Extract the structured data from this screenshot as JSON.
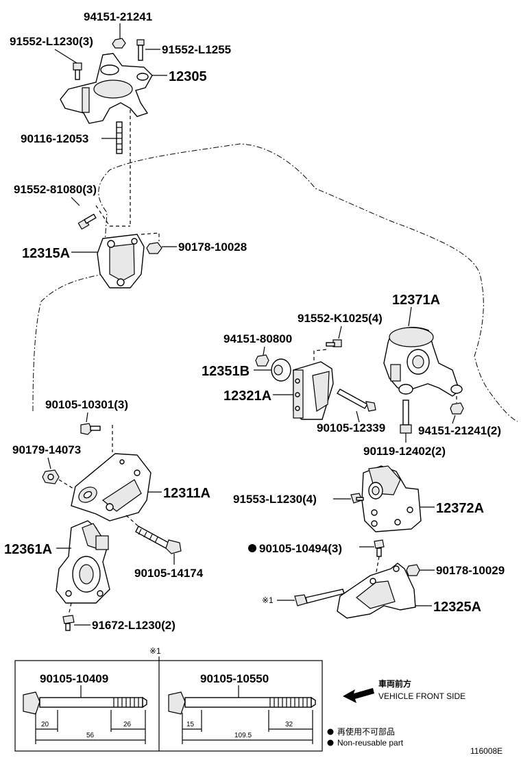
{
  "callouts": {
    "p94151_21241": "94151-21241",
    "p91552_L1230_3": "91552-L1230(3)",
    "p91552_L1255": "91552-L1255",
    "p12305": "12305",
    "p90116_12053": "90116-12053",
    "p91552_81080_3": "91552-81080(3)",
    "p12315A": "12315A",
    "p90178_10028": "90178-10028",
    "p12371A": "12371A",
    "p91552_K1025_4": "91552-K1025(4)",
    "p94151_80800": "94151-80800",
    "p12351B": "12351B",
    "p12321A": "12321A",
    "p90105_12339": "90105-12339",
    "p94151_21241_2": "94151-21241(2)",
    "p90119_12402_2": "90119-12402(2)",
    "p90105_10301_3": "90105-10301(3)",
    "p90179_14073": "90179-14073",
    "p12311A": "12311A",
    "p91553_L1230_4": "91553-L1230(4)",
    "p12372A": "12372A",
    "p90105_10494_3": "90105-10494(3)",
    "p12361A": "12361A",
    "p90105_14174": "90105-14174",
    "p90178_10029": "90178-10029",
    "ref_note1": "※1",
    "p12325A": "12325A",
    "p91672_L1230_2": "91672-L1230(2)"
  },
  "inset": {
    "marker": "※1",
    "bolt_left": {
      "part": "90105-10409",
      "d1": "20",
      "d2": "56",
      "d3": "26"
    },
    "bolt_right": {
      "part": "90105-10550",
      "d1": "15",
      "d2": "109.5",
      "d3": "32"
    }
  },
  "direction": {
    "jp": "車両前方",
    "en": "VEHICLE FRONT SIDE"
  },
  "legend": {
    "jp": "再使用不可部品",
    "en": "Non-reusable part"
  },
  "figure_id": "116008E"
}
